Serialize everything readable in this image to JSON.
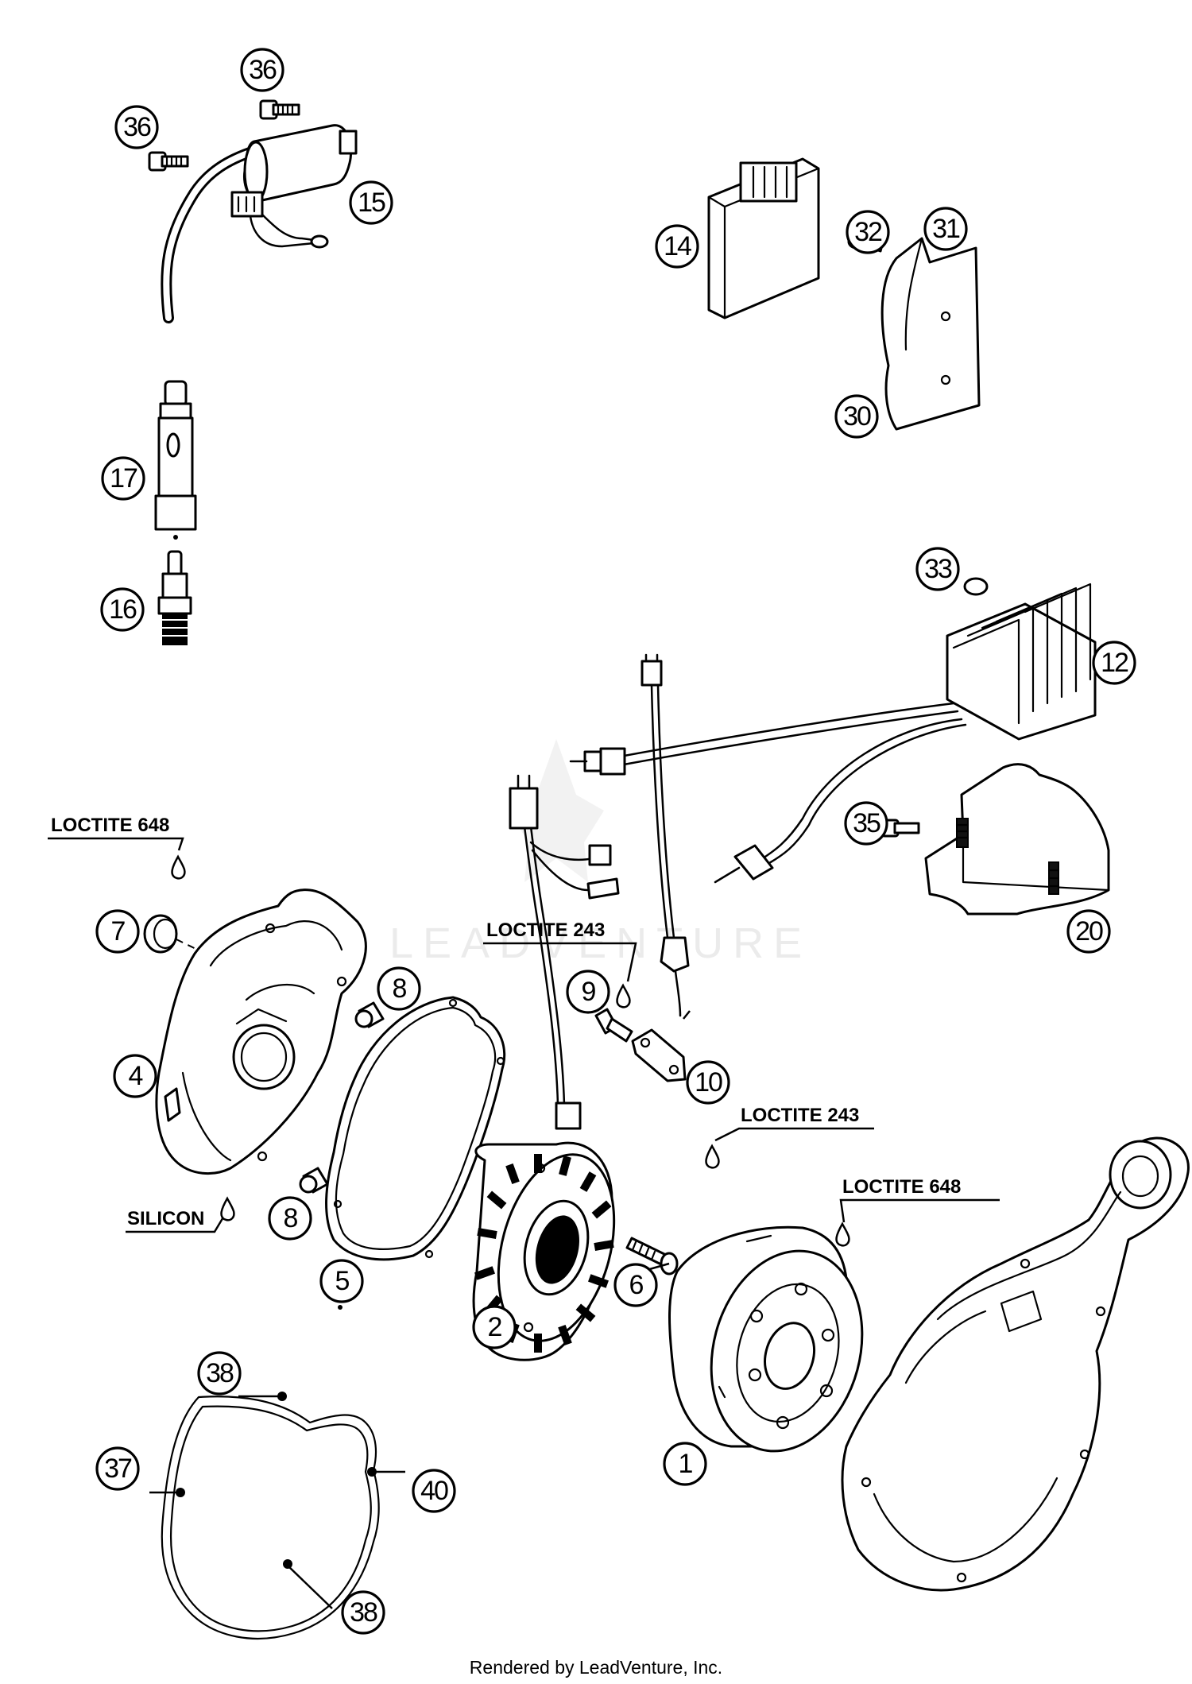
{
  "watermark": "LEADVENTURE",
  "footer": "Rendered by LeadVenture, Inc.",
  "callouts": [
    {
      "num": "1"
    },
    {
      "num": "2"
    },
    {
      "num": "4"
    },
    {
      "num": "5"
    },
    {
      "num": "6"
    },
    {
      "num": "7"
    },
    {
      "num": "8"
    },
    {
      "num": "8"
    },
    {
      "num": "9"
    },
    {
      "num": "10"
    },
    {
      "num": "12"
    },
    {
      "num": "14"
    },
    {
      "num": "15"
    },
    {
      "num": "16"
    },
    {
      "num": "17"
    },
    {
      "num": "20"
    },
    {
      "num": "30"
    },
    {
      "num": "31"
    },
    {
      "num": "32"
    },
    {
      "num": "33"
    },
    {
      "num": "35"
    },
    {
      "num": "36"
    },
    {
      "num": "36"
    },
    {
      "num": "37"
    },
    {
      "num": "38"
    },
    {
      "num": "38"
    },
    {
      "num": "40"
    }
  ],
  "notes": [
    {
      "text": "LOCTITE 648"
    },
    {
      "text": "LOCTITE 243"
    },
    {
      "text": "LOCTITE 243"
    },
    {
      "text": "LOCTITE 648"
    },
    {
      "text": "SILICON"
    }
  ]
}
